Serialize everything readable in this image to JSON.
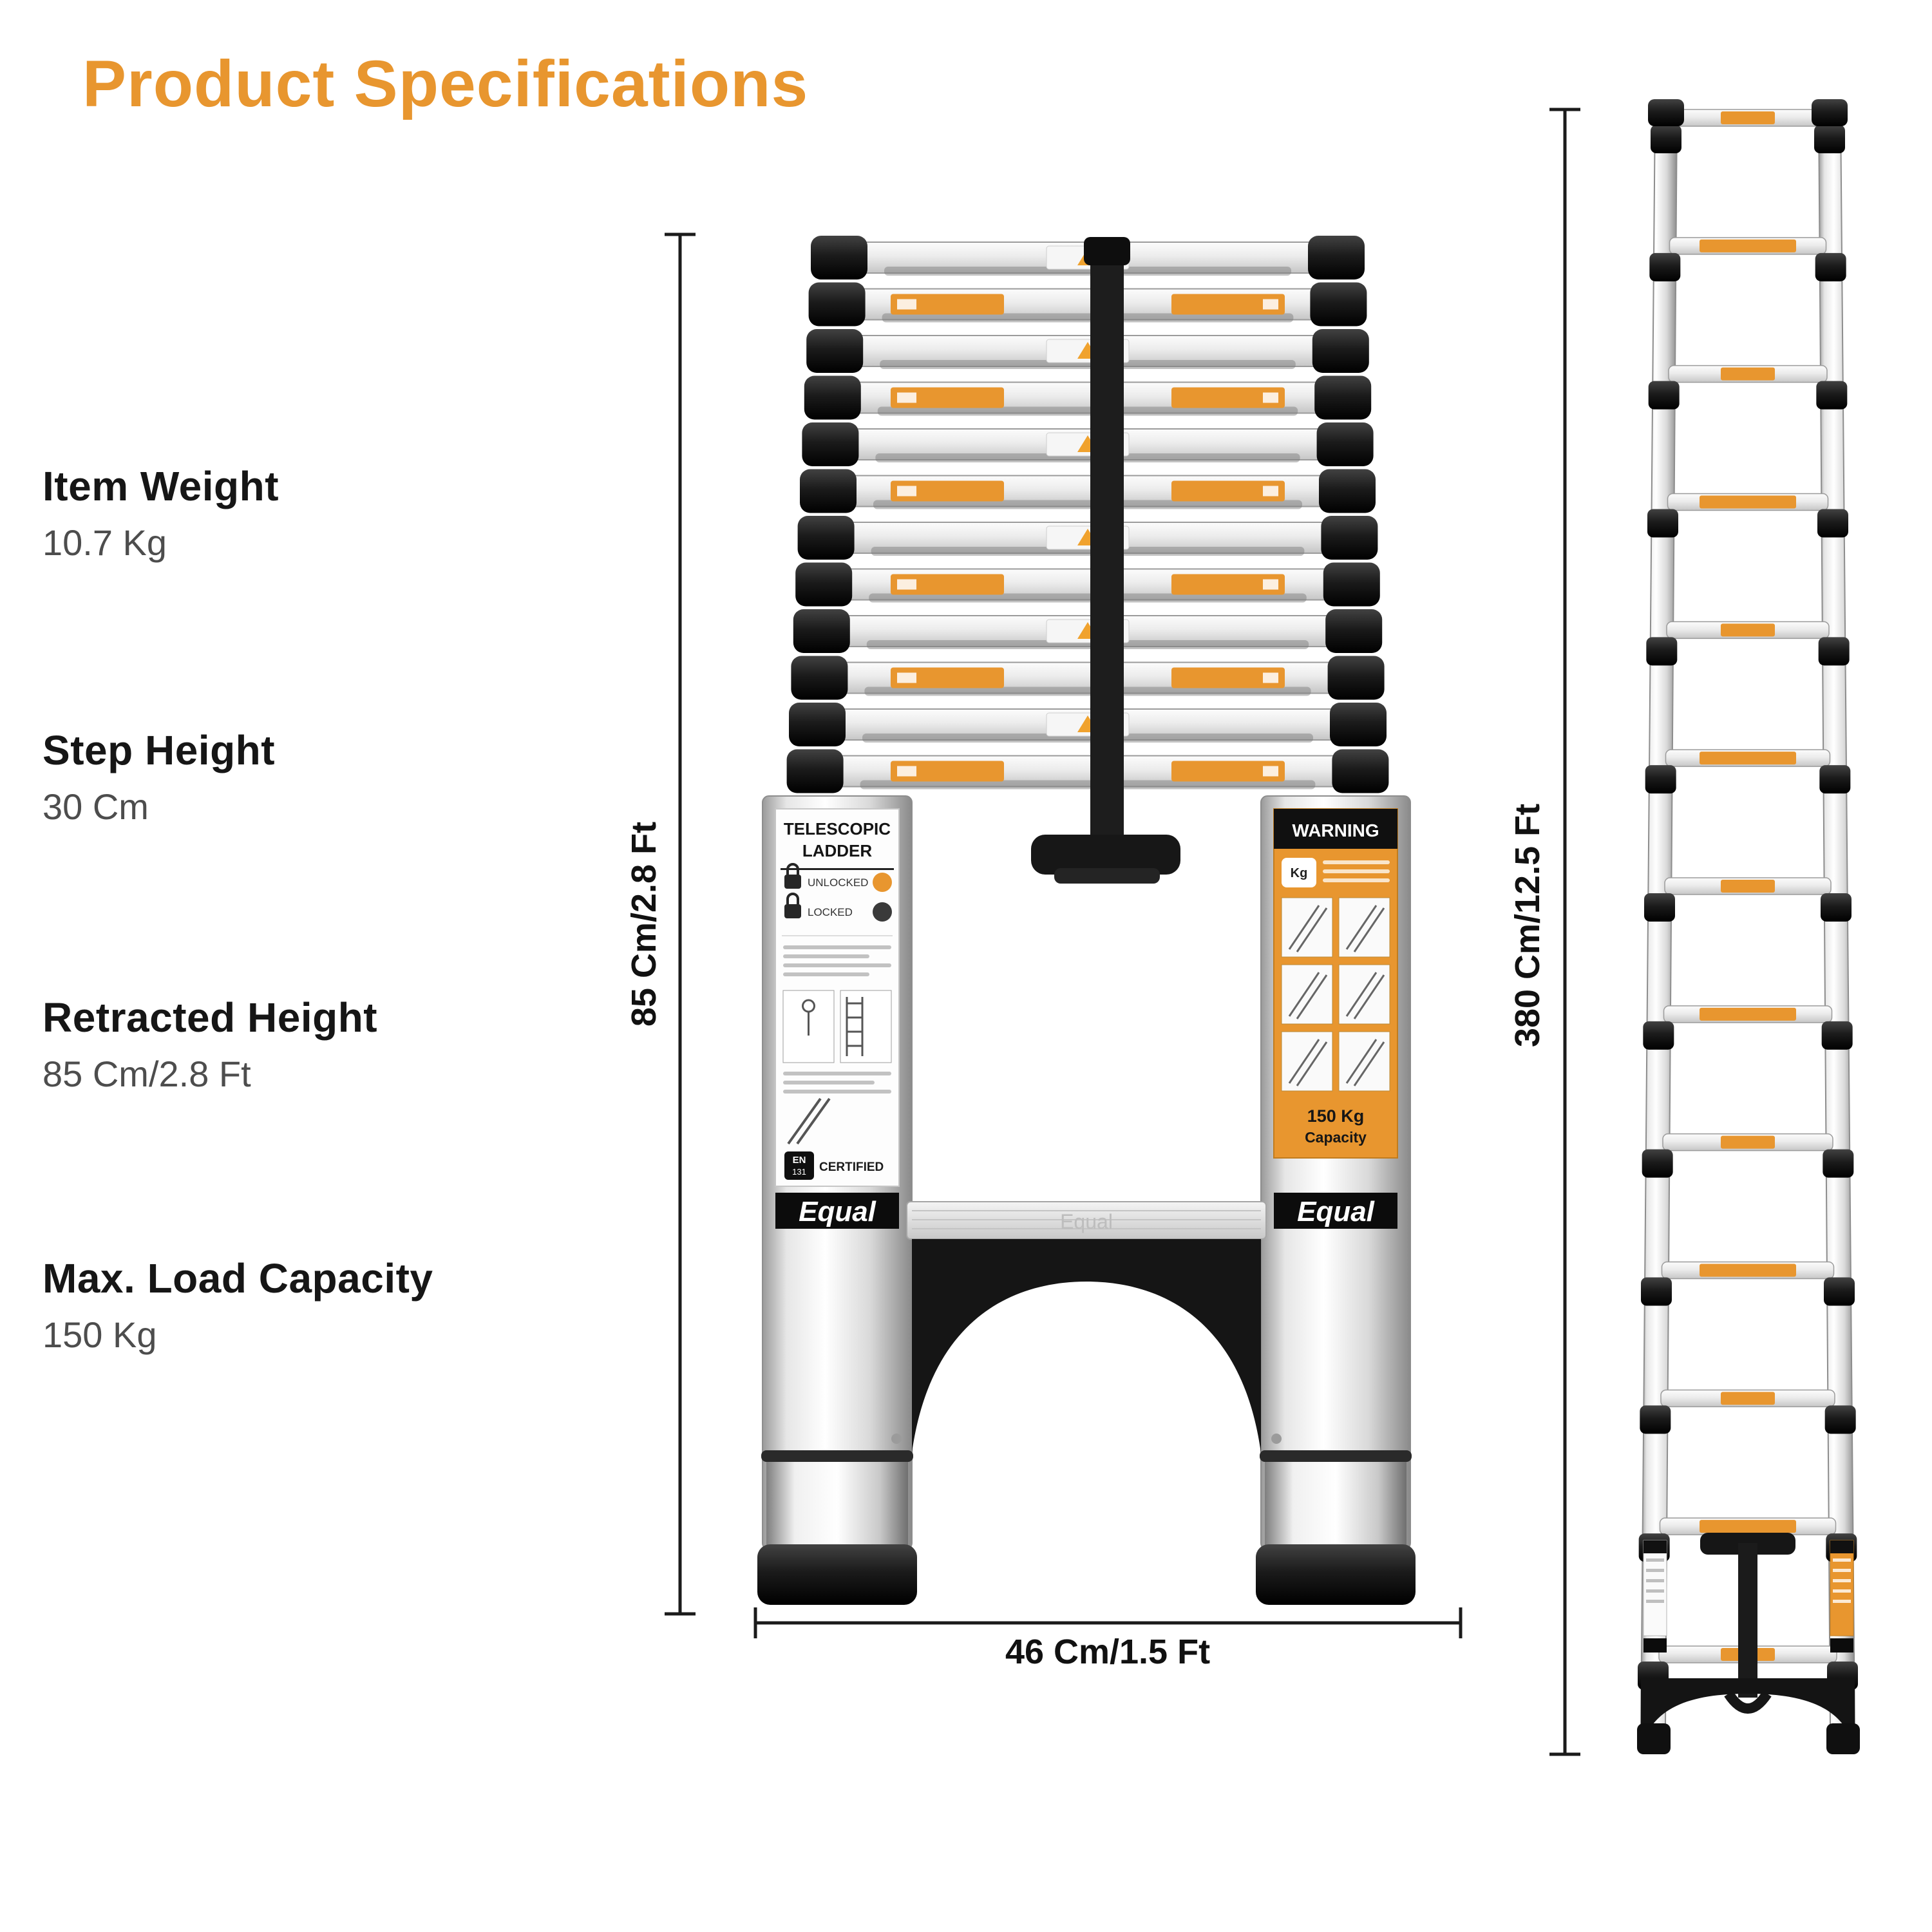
{
  "page": {
    "title": "Product Specifications",
    "accent_color": "#E8962F",
    "background_color": "#FFFFFF"
  },
  "specs": [
    {
      "label": "Item Weight",
      "value": "10.7 Kg"
    },
    {
      "label": "Step Height",
      "value": "30 Cm"
    },
    {
      "label": "Retracted Height",
      "value": "85 Cm/2.8 Ft"
    },
    {
      "label": "Max. Load Capacity",
      "value": "150 Kg"
    }
  ],
  "dimensions": {
    "retracted_height": "85 Cm/2.8 Ft",
    "base_width": "46 Cm/1.5 Ft",
    "extended_height": "380 Cm/12.5 Ft"
  },
  "ladder": {
    "brand": "Equal",
    "collapsed_rung_count": 12,
    "extended_rung_count": 13,
    "left_label": {
      "title_line1": "TELESCOPIC",
      "title_line2": "LADDER",
      "unlocked": "UNLOCKED",
      "locked": "LOCKED",
      "en_line1": "EN",
      "en_line2": "131",
      "certified": "CERTIFIED"
    },
    "right_label": {
      "title": "WARNING",
      "kg": "Kg",
      "capacity_value": "150 Kg",
      "capacity_word": "Capacity"
    },
    "step_watermark": "Equal"
  }
}
